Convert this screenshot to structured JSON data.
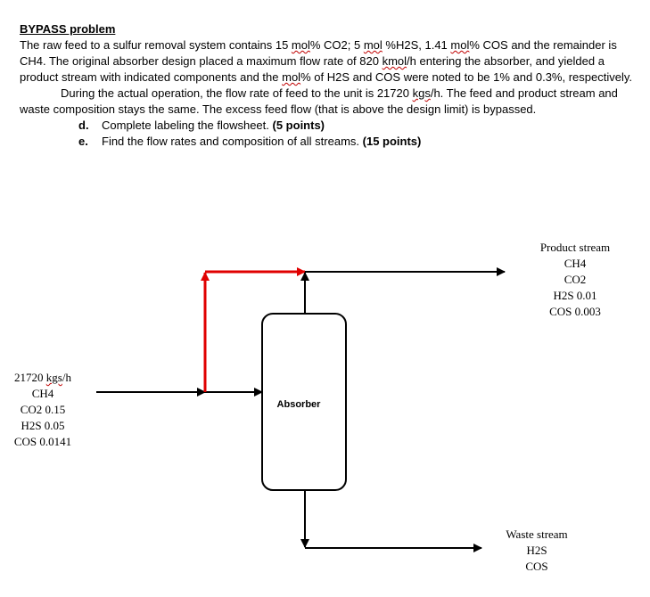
{
  "problem": {
    "title": "BYPASS problem",
    "p1_a": "The raw feed to a sulfur removal system contains 15 ",
    "p1_u1": "mol",
    "p1_b": "% CO2; 5 ",
    "p1_u2": "mol",
    "p1_c": " %H2S, 1.41 ",
    "p1_u3": "mol",
    "p1_d": "% COS and the remainder is CH4. The original absorber design placed a maximum flow rate of 820 ",
    "p1_u4": "kmol",
    "p1_e": "/h entering the absorber, and yielded a product stream with indicated components and the ",
    "p1_u5": "mol",
    "p1_f": "% of H2S and COS were noted to be 1% and 0.3%, respectively.",
    "p2_a": "During the actual operation, the flow rate of feed to the unit is 21720 ",
    "p2_u1": "kgs",
    "p2_b": "/h. The feed and product stream and waste composition stays the same. The excess feed flow (that is above the design limit) is bypassed.",
    "items": [
      {
        "label": "d.",
        "text": "Complete labeling the flowsheet. ",
        "points": "(5 points)"
      },
      {
        "label": "e.",
        "text": "Find the flow rates and composition of all streams. ",
        "points": "(15 points)"
      }
    ]
  },
  "flowsheet": {
    "absorber_label": "Absorber",
    "feed": {
      "rate_num": "21720 ",
      "rate_unit_underlined": "kgs",
      "rate_suffix": "/h",
      "lines": [
        "CH4",
        "CO2 0.15",
        "H2S 0.05",
        "COS 0.0141"
      ]
    },
    "product": {
      "title": "Product stream",
      "lines": [
        "CH4",
        "CO2",
        "H2S 0.01",
        "COS 0.003"
      ]
    },
    "waste": {
      "title": "Waste stream",
      "lines": [
        "H2S",
        "COS"
      ]
    },
    "colors": {
      "line": "#000000",
      "bypass": "#e00000"
    }
  }
}
